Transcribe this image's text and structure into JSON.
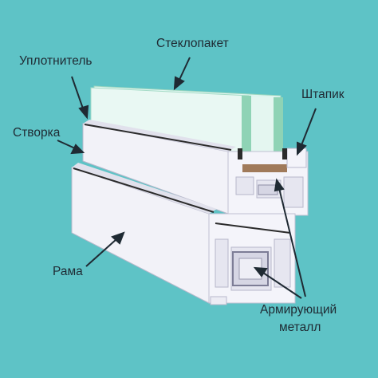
{
  "diagram": {
    "labels": {
      "glass_unit": "Стеклопакет",
      "seal": "Уплотнитель",
      "bead": "Штапик",
      "sash": "Створка",
      "frame": "Рама",
      "reinforcement_line1": "Армирующий",
      "reinforcement_line2": "металл"
    },
    "colors": {
      "background": "#5ec3c6",
      "profile": "#f4f4fa",
      "profile_shade": "#c9c9dc",
      "glass": "#d6f1ea",
      "glass_edge": "#7cc8a8",
      "seal": "#2b2b2b",
      "spacer": "#a07a5a",
      "steel": "#d9d9e6",
      "text": "#1f2a33"
    }
  }
}
